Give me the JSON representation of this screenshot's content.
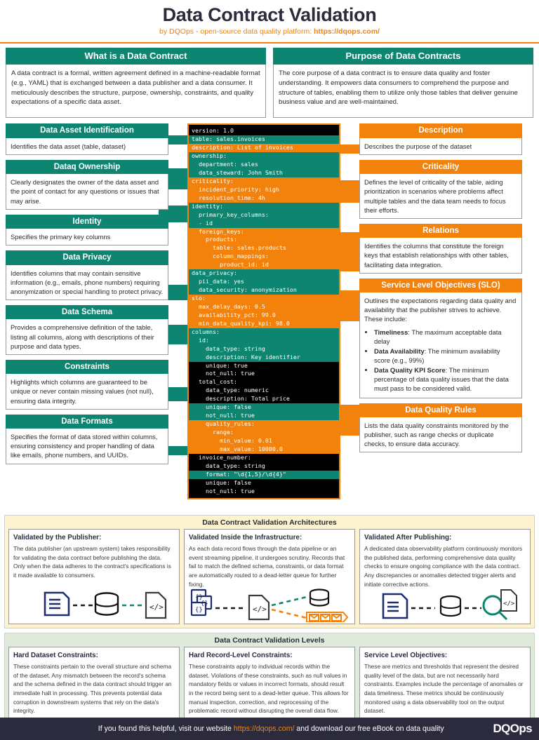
{
  "header": {
    "title": "Data Contract Validation",
    "by_prefix": "by DQOps - open-source data quality platform: ",
    "url": "https://dqops.com/"
  },
  "colors": {
    "green": "#0d8570",
    "orange": "#f2820c",
    "dark": "#2b2b3d",
    "arch_bg": "#fdf3cf",
    "levels_bg": "#dfeadb"
  },
  "top_cards": [
    {
      "title": "What is a Data Contract",
      "body": "A data contract is a formal, written agreement defined in a machine-readable format (e.g., YAML) that is exchanged between a data publisher and a data consumer. It meticulously describes the structure, purpose, ownership, constraints, and quality expectations of a specific data asset."
    },
    {
      "title": "Purpose of Data Contracts",
      "body": "The core purpose of a data contract is to ensure data quality and foster understanding. It empowers data consumers to comprehend the purpose and structure of tables, enabling them to utilize only those tables that deliver genuine business value and are well-maintained."
    }
  ],
  "left_cards": [
    {
      "title": "Data Asset Identification",
      "body": "Identifies the data asset (table, dataset)"
    },
    {
      "title": "Dataq Ownership",
      "body": "Clearly designates the owner of the data asset and the point of contact for any questions or issues that may arise."
    },
    {
      "title": "Identity",
      "body": "Specifies the primary key columns"
    },
    {
      "title": "Data Privacy",
      "body": "Identifies columns that may contain sensitive information (e.g., emails, phone numbers) requiring anonymization or special handling to protect privacy."
    },
    {
      "title": "Data Schema",
      "body": "Provides a comprehensive definition of the table, listing all columns, along with descriptions of their purpose and data types."
    },
    {
      "title": "Constraints",
      "body": "Highlights which columns are guaranteed to be unique or never contain missing values (not null), ensuring data integrity."
    },
    {
      "title": "Data Formats",
      "body": "Specifies the format of data stored within columns, ensuring consistency and proper handling of data like emails, phone numbers, and UUIDs."
    }
  ],
  "right_cards": [
    {
      "title": "Description",
      "body": "Describes the purpose of the dataset"
    },
    {
      "title": "Criticality",
      "body": "Defines the level of criticality of the table, aiding prioritization in scenarios where problems affect multiple tables and the data team needs to focus their efforts."
    },
    {
      "title": "Relations",
      "body": "Identifies the columns that constitute the foreign keys that establish relationships with other tables, facilitating data integration."
    },
    {
      "title": "Service Level Objectives (SLO)",
      "body": "Outlines the expectations regarding data quality and availability that the publisher strives to achieve. These include:",
      "bullets": [
        {
          "lead": "Timeliness",
          "rest": ": The maximum acceptable data delay"
        },
        {
          "lead": "Data Availability",
          "rest": ": The minimum availability score (e.g., 99%)"
        },
        {
          "lead": "Data Quality KPI Score",
          "rest": ": The minimum percentage of data quality issues that the data must pass to be considered valid."
        }
      ]
    },
    {
      "title": "Data Quality Rules",
      "body": "Lists the data quality constraints monitored by the publisher, such as range checks or duplicate checks, to ensure data accuracy."
    }
  ],
  "yaml_lines": [
    {
      "text": "version: 1.0",
      "hl": "none"
    },
    {
      "text": "table: sales.invoices",
      "hl": "green"
    },
    {
      "text": "description: List of invoices",
      "hl": "orange"
    },
    {
      "text": "ownership:",
      "hl": "green"
    },
    {
      "text": "  department: sales",
      "hl": "green"
    },
    {
      "text": "  data_steward: John Smith",
      "hl": "green"
    },
    {
      "text": "criticality:",
      "hl": "orange"
    },
    {
      "text": "  incident_priority: high",
      "hl": "orange"
    },
    {
      "text": "  resolution_time: 4h",
      "hl": "orange"
    },
    {
      "text": "identity:",
      "hl": "green"
    },
    {
      "text": "  primary_key_columns:",
      "hl": "green"
    },
    {
      "text": "  - id",
      "hl": "green"
    },
    {
      "text": "  foreign_keys:",
      "hl": "orange"
    },
    {
      "text": "    products:",
      "hl": "orange"
    },
    {
      "text": "      table: sales.products",
      "hl": "orange"
    },
    {
      "text": "      column_mappings:",
      "hl": "orange"
    },
    {
      "text": "        product_id: id",
      "hl": "orange"
    },
    {
      "text": "data_privacy:",
      "hl": "green"
    },
    {
      "text": "  pii_data: yes",
      "hl": "green"
    },
    {
      "text": "  data_security: anonymization",
      "hl": "green"
    },
    {
      "text": "slo:",
      "hl": "orange"
    },
    {
      "text": "  max_delay_days: 0.5",
      "hl": "orange"
    },
    {
      "text": "  availability_pct: 99.0",
      "hl": "orange"
    },
    {
      "text": "  min_data_quality_kpi: 98.0",
      "hl": "orange"
    },
    {
      "text": "columns:",
      "hl": "green"
    },
    {
      "text": "  id:",
      "hl": "green"
    },
    {
      "text": "    data_type: string",
      "hl": "green"
    },
    {
      "text": "    description: Key identifier",
      "hl": "green"
    },
    {
      "text": "    unique: true",
      "hl": "none"
    },
    {
      "text": "    not_null: true",
      "hl": "none"
    },
    {
      "text": "  total_cost:",
      "hl": "none"
    },
    {
      "text": "    data_type: numeric",
      "hl": "none"
    },
    {
      "text": "    description: Total price",
      "hl": "none"
    },
    {
      "text": "    unique: false",
      "hl": "green"
    },
    {
      "text": "    not_null: true",
      "hl": "green"
    },
    {
      "text": "    quality_rules:",
      "hl": "orange"
    },
    {
      "text": "      range:",
      "hl": "orange"
    },
    {
      "text": "        min_value: 0.01",
      "hl": "orange"
    },
    {
      "text": "        max_value: 10000.0",
      "hl": "orange"
    },
    {
      "text": "  invoice_number:",
      "hl": "none"
    },
    {
      "text": "    data_type: string",
      "hl": "none"
    },
    {
      "text": "    format: \"\\d{1,5}/\\d{4}\"",
      "hl": "green"
    },
    {
      "text": "    unique: false",
      "hl": "none"
    },
    {
      "text": "    not_null: true",
      "hl": "none"
    }
  ],
  "arch_section": {
    "title": "Data Contract Validation Architectures",
    "boxes": [
      {
        "heading": "Validated by the Publisher",
        "colon": ":",
        "body": "The data publisher (an upstream system) takes responsibility for validating the data contract before publishing the data. Only when the data adheres to the contract's specifications is it made available to consumers.",
        "diagram": "doc-database-code"
      },
      {
        "heading": "Validated Inside the Infrastructure",
        "colon": ":",
        "body": "As each data record flows through the data pipeline or an event streaming pipeline, it undergoes scrutiny. Records that fail to match the defined schema, constraints, or data format are automatically routed to a dead-letter queue for further fixing.",
        "diagram": "records-code-database-deadletter"
      },
      {
        "heading": "Validated After Publishing",
        "colon": ":",
        "body": "A dedicated data observability platform continuously monitors the published data, performing comprehensive data quality checks to ensure ongoing compliance with the data contract. Any discrepancies or anomalies detected trigger alerts and initiate corrective actions.",
        "diagram": "doc-database-magnifier-code"
      }
    ]
  },
  "levels_section": {
    "title": "Data Contract Validation Levels",
    "boxes": [
      {
        "heading": "Hard Dataset Constraints",
        "colon": ":",
        "body": "These constraints pertain to the overall structure and schema of the dataset. Any mismatch between the record's schema and the schema defined in the data contract should trigger an immediate halt in processing. This prevents potential data corruption in downstream systems that rely on the data's integrity."
      },
      {
        "heading": "Hard Record-Level Constraints",
        "colon": ":",
        "body": "These constraints apply to individual records within the dataset. Violations of these constraints, such as null values in mandatory fields or values in incorrect formats, should result in the record being sent to a dead-letter queue. This allows for manual inspection, correction, and reprocessing of the problematic record without disrupting the overall data flow."
      },
      {
        "heading": "Service Level Objectives",
        "colon": ":",
        "body": "These are metrics and thresholds that represent the desired quality level of the data, but are not necessarily hard constraints. Examples include the percentage of anomalies or data timeliness. These metrics should be continuously monitored using a data observability tool on the output dataset."
      }
    ]
  },
  "footer": {
    "text_before": "If you found this helpful, visit our website ",
    "url": "https://dqops.com/",
    "text_after": " and download our free eBook on data quality",
    "logo": "DQOps"
  }
}
